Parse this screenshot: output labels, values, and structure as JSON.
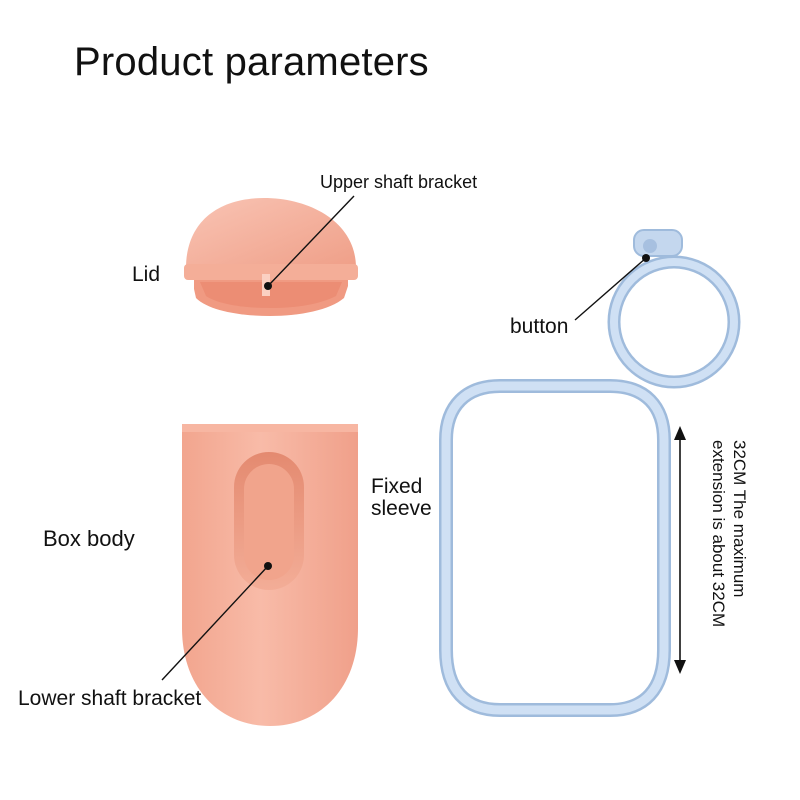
{
  "title": "Product parameters",
  "labels": {
    "upper_shaft_bracket": "Upper shaft bracket",
    "lid": "Lid",
    "button": "button",
    "fixed_sleeve_line1": "Fixed",
    "fixed_sleeve_line2": "sleeve",
    "box_body": "Box body",
    "lower_shaft_bracket": "Lower shaft bracket",
    "extension_line1": "32CM  The maximum",
    "extension_line2": "extension is about 32CM"
  },
  "colors": {
    "pink_light": "#f7b7a5",
    "pink_mid": "#f0a08a",
    "pink_dark": "#e0836a",
    "sleeve_blue": "#c8dcf2",
    "sleeve_outline": "#9fbbdc"
  }
}
